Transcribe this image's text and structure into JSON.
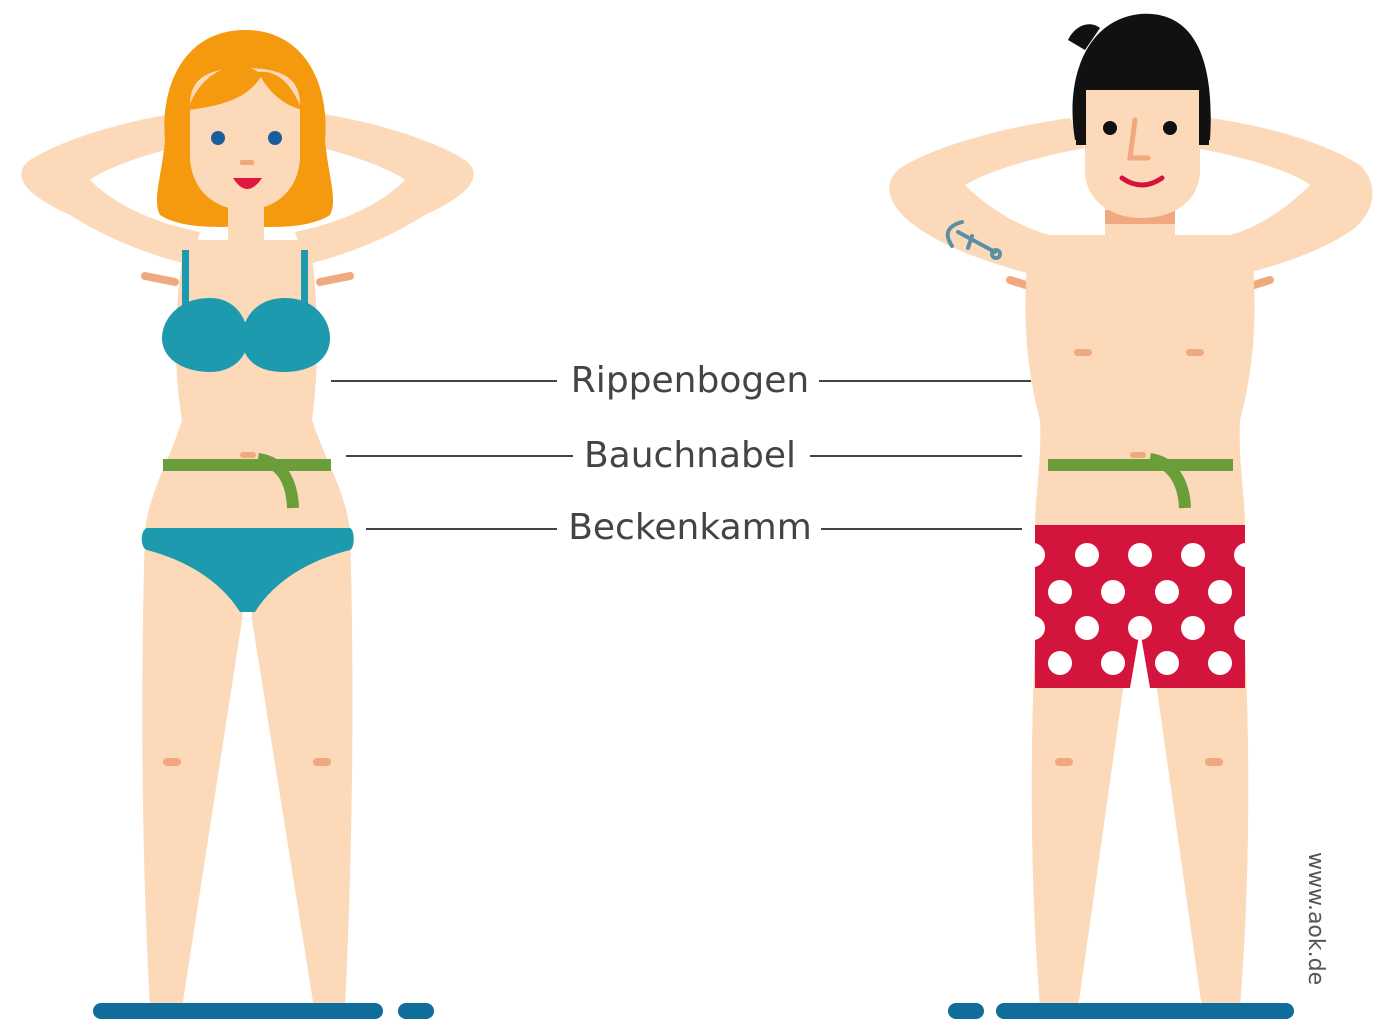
{
  "labels": {
    "ribs": "Rippenbogen",
    "navel": "Bauchnabel",
    "pelvis": "Beckenkamm"
  },
  "watermark": "www.aok.de",
  "colors": {
    "skin": "#FCD9B8",
    "skin_shade": "#F0A97E",
    "hair_woman": "#F59A0F",
    "hair_man": "#111111",
    "bikini": "#1E9AAE",
    "measuring_tape": "#6A9E3A",
    "trunks": "#D3143C",
    "ground": "#0F6C9B",
    "leader_line": "#444444",
    "text": "#444444"
  },
  "figures": {
    "woman": {
      "clothing": "bikini",
      "hair": "orange"
    },
    "man": {
      "clothing": "polka-dot-trunks",
      "hair": "black",
      "tattoo": "anchor-icon"
    }
  }
}
